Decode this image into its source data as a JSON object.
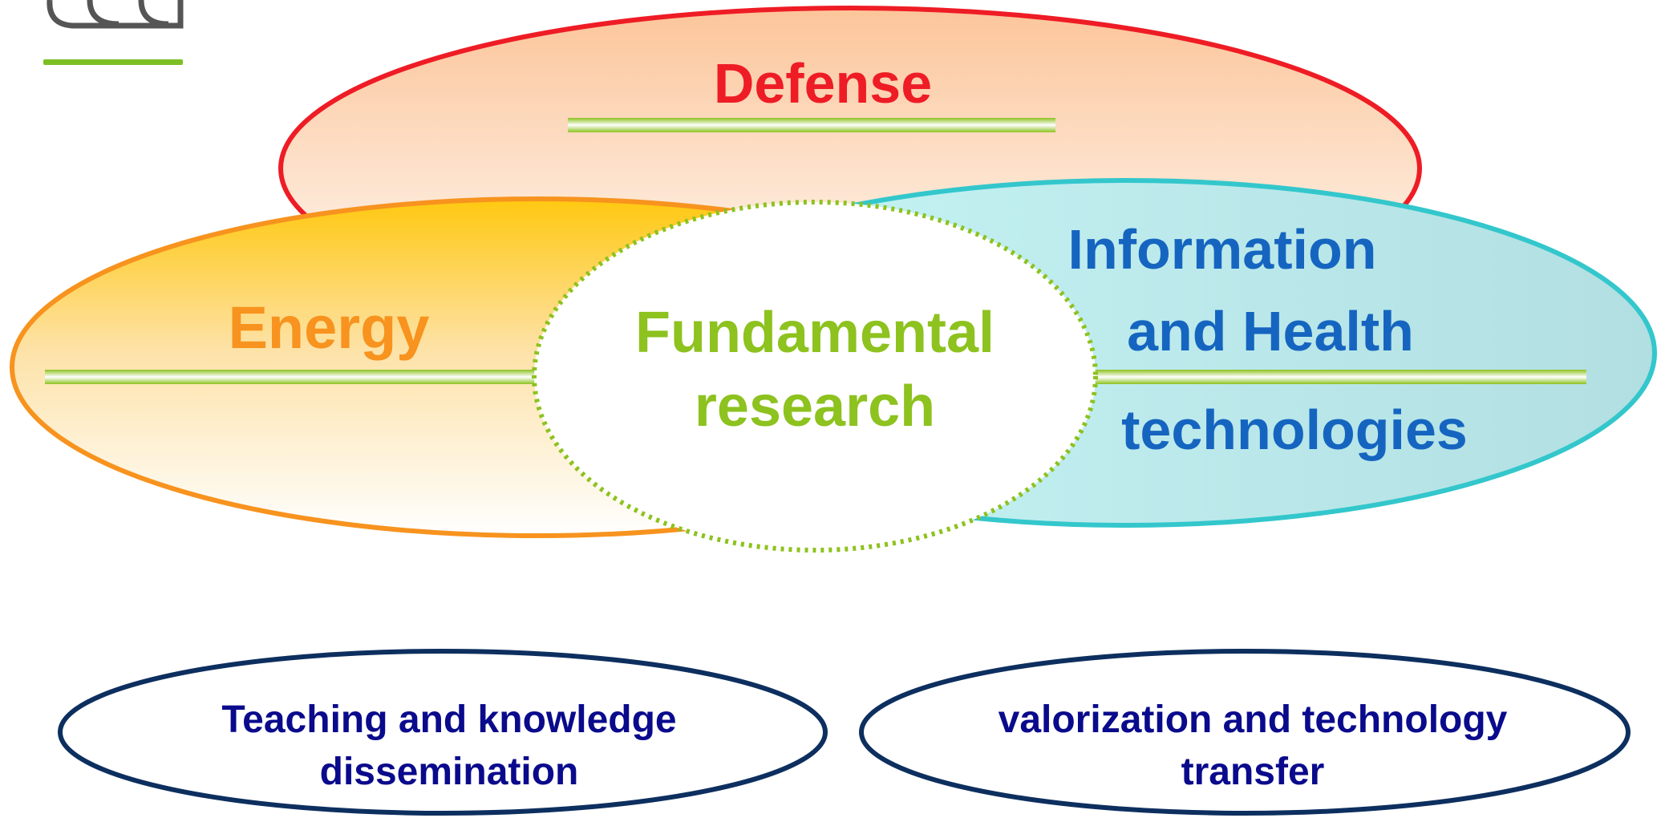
{
  "logo": {
    "text": "cea",
    "icon": "cea-logo-icon"
  },
  "domains": {
    "defense": {
      "label": "Defense"
    },
    "energy": {
      "label": "Energy"
    },
    "info_health": {
      "line1": "Information",
      "line2": "and Health",
      "line3": "technologies"
    },
    "fundamental": {
      "line1": "Fundamental",
      "line2": "research"
    }
  },
  "missions": {
    "teaching": {
      "line1": "Teaching and knowledge",
      "line2": "dissemination"
    },
    "valorization": {
      "line1": "valorization and technology",
      "line2": "transfer"
    }
  },
  "colors": {
    "defense": "#ee1c25",
    "energy": "#f7931e",
    "info_health": "#1565c0",
    "info_health_border": "#33c7cc",
    "fundamental": "#8dc21f",
    "mission_border": "#0d2f5f",
    "mission_text": "#0a0a8c",
    "logo_grey": "#555555",
    "logo_green": "#7cbf24"
  }
}
